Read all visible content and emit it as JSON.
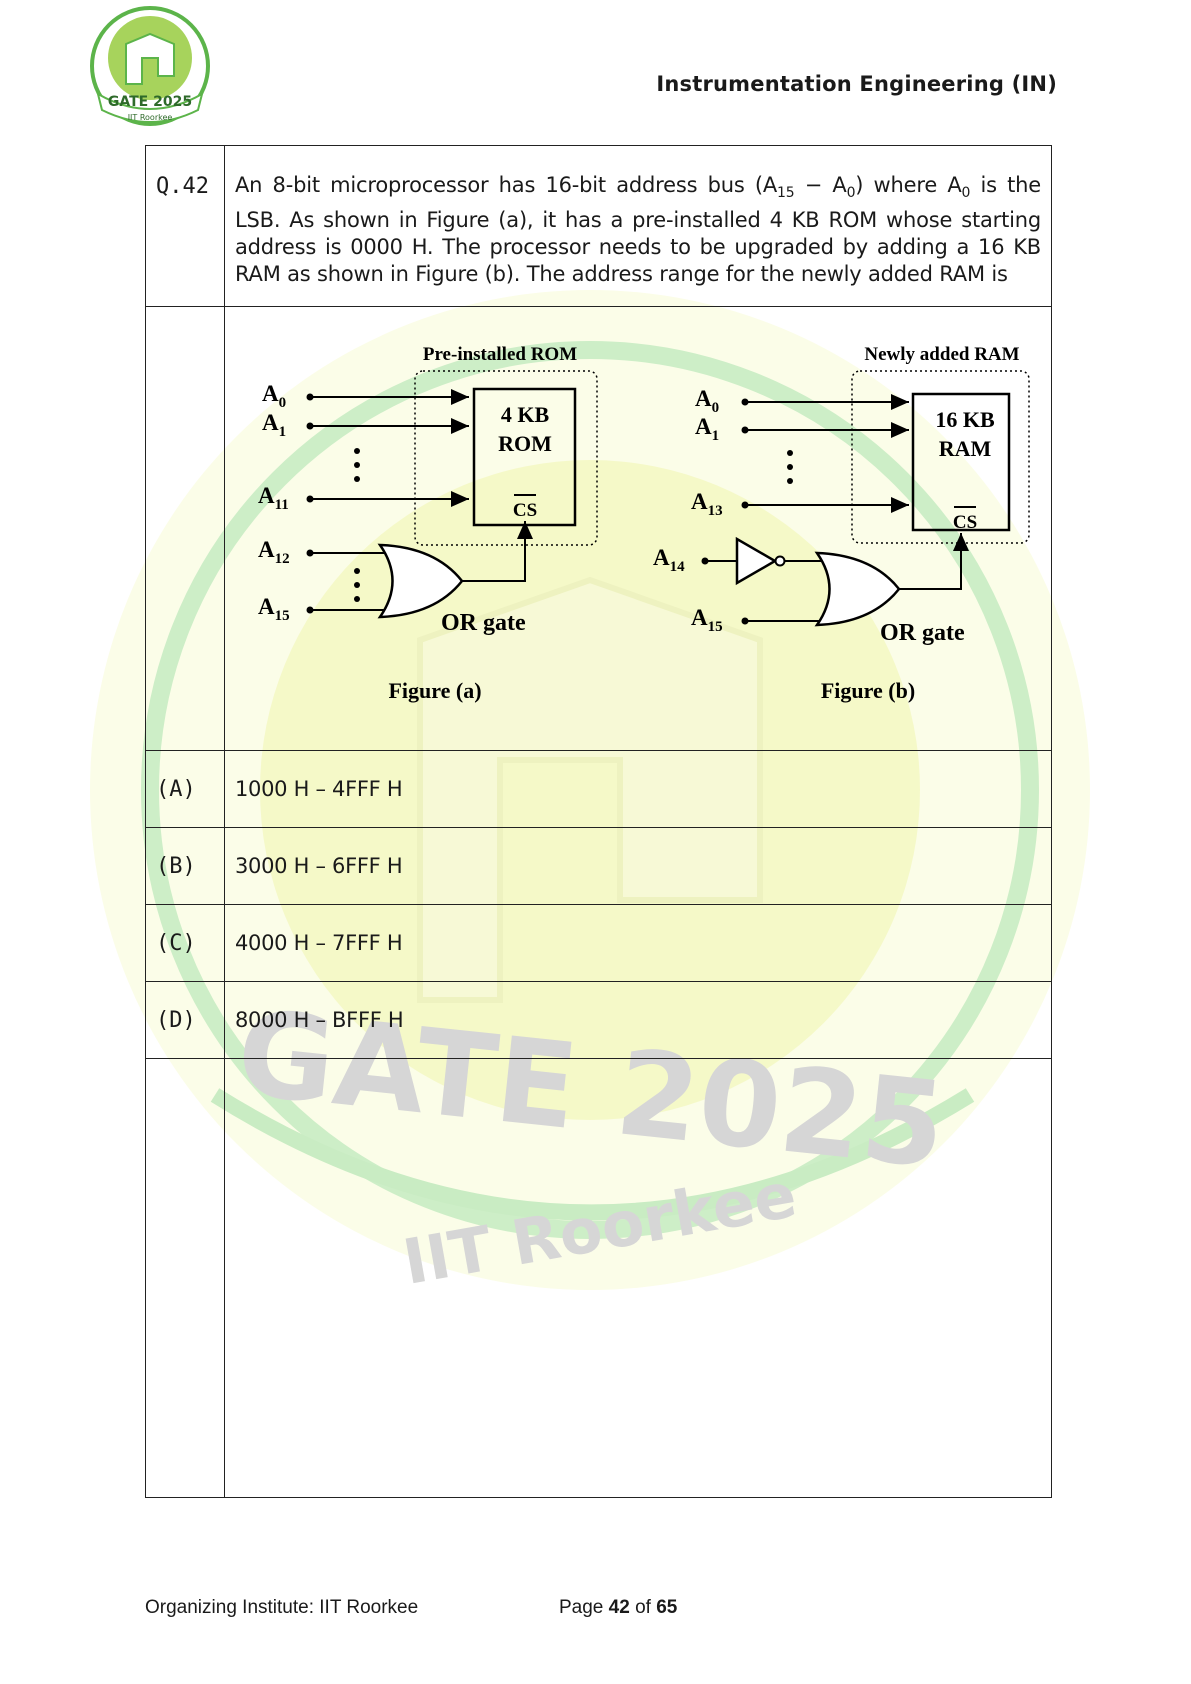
{
  "logo": {
    "text": "GATE 2025",
    "subtext": "IIT Roorkee",
    "colors": {
      "green": "#5cb44a",
      "lightgreen": "#a7d35c"
    }
  },
  "watermark": {
    "title": "GATE 2025",
    "subtitle": "IIT Roorkee",
    "colors": {
      "ring": "#c9ecc3",
      "center": "#f6f9c8",
      "text": "#d8d8d8"
    }
  },
  "header": {
    "subject": "Instrumentation Engineering (IN)"
  },
  "question": {
    "number": "Q.42",
    "text_parts": {
      "p1": "An 8-bit microprocessor has 16-bit address bus (A",
      "s1": "15",
      "p2": " − A",
      "s2": "0",
      "p3": ") where A",
      "s3": "0",
      "p4": " is the LSB. As shown in Figure (a), it has a pre-installed 4 KB ROM whose starting address is 0000 H. The processor needs to be upgraded by adding a 16 KB RAM as shown in Figure (b). The address range for the newly added RAM is"
    }
  },
  "figure": {
    "a": {
      "box_title": "Pre-installed ROM",
      "chip_line1": "4 KB",
      "chip_line2": "ROM",
      "cs": "CS",
      "gate_label": "OR gate",
      "caption": "Figure (a)",
      "inputs": [
        "A",
        "A",
        "A"
      ],
      "input_subs": [
        "0",
        "1",
        "11"
      ],
      "gate_inputs": [
        "A",
        "A"
      ],
      "gate_input_subs": [
        "12",
        "15"
      ]
    },
    "b": {
      "box_title": "Newly added RAM",
      "chip_line1": "16 KB",
      "chip_line2": "RAM",
      "cs": "CS",
      "gate_label": "OR gate",
      "caption": "Figure (b)",
      "inputs": [
        "A",
        "A",
        "A"
      ],
      "input_subs": [
        "0",
        "1",
        "13"
      ],
      "gate_inputs": [
        "A",
        "A"
      ],
      "gate_input_subs": [
        "14",
        "15"
      ]
    }
  },
  "options": [
    {
      "letter": "(A)",
      "value": "1000 H – 4FFF H"
    },
    {
      "letter": "(B)",
      "value": "3000 H – 6FFF H"
    },
    {
      "letter": "(C)",
      "value": "4000 H – 7FFF H"
    },
    {
      "letter": "(D)",
      "value": "8000 H – BFFF H"
    }
  ],
  "footer": {
    "institute": "Organizing Institute: IIT Roorkee",
    "page_prefix": "Page ",
    "page_num": "42",
    "page_mid": " of ",
    "page_total": "65"
  }
}
